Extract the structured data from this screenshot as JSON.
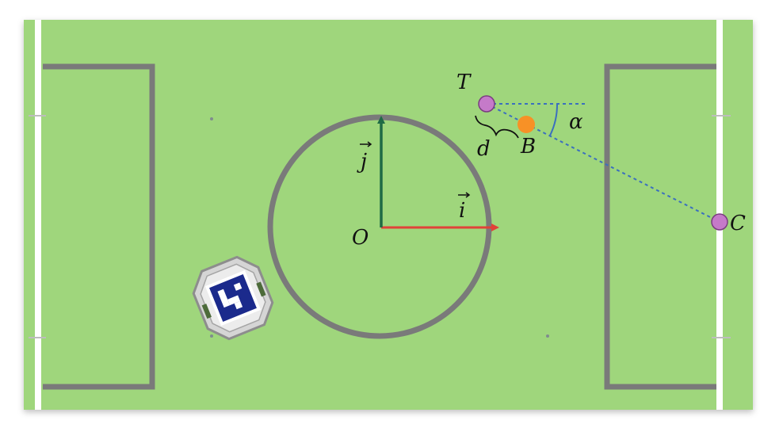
{
  "diagram": {
    "labels": {
      "T": "T",
      "B": "B",
      "C": "C",
      "O": "O",
      "i": "i",
      "j": "j",
      "d": "d",
      "alpha": "α"
    },
    "colors": {
      "field": "#9fd67b",
      "field_border": "#8ccb67",
      "lines": "#7a7a7a",
      "white_line": "#ffffff",
      "vector_i": "#e04238",
      "vector_j": "#1f6b45",
      "point_T": "#c57ac9",
      "point_C": "#c57ac9",
      "ball_B": "#f79126",
      "dashed": "#3b6fbe",
      "angle_arc": "#3b6fbe",
      "robot_marker": "#1b2a8c"
    },
    "icons": {
      "robot": "robot-with-aruco-marker"
    }
  }
}
